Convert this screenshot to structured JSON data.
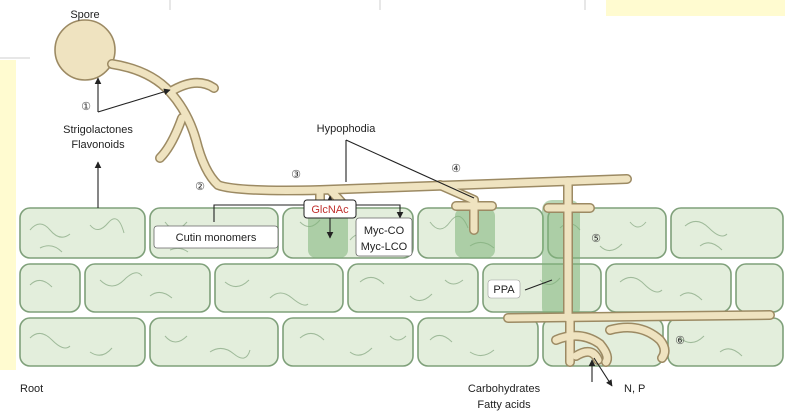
{
  "labels": {
    "spore": "Spore",
    "strigolactones": "Strigolactones",
    "flavonoids": "Flavonoids",
    "hypophodia": "Hypophodia",
    "glcnac": "GlcNAc",
    "cutin": "Cutin monomers",
    "myc_co": "Myc-CO",
    "myc_lco": "Myc-LCO",
    "ppa": "PPA",
    "root": "Root",
    "carbohydrates": "Carbohydrates",
    "fatty_acids": "Fatty acids",
    "np": "N, P"
  },
  "steps": [
    "①",
    "②",
    "③",
    "④",
    "⑤",
    "⑥"
  ],
  "colors": {
    "cell_fill": "#e3eedc",
    "cell_stroke": "#7fa07a",
    "hypha_fill": "#efe3c0",
    "hypha_stroke": "#9c8a63",
    "glcnac_text": "#c0302e",
    "signal_green": "#7fb47a",
    "panel_yellow": "#fffbd0"
  }
}
